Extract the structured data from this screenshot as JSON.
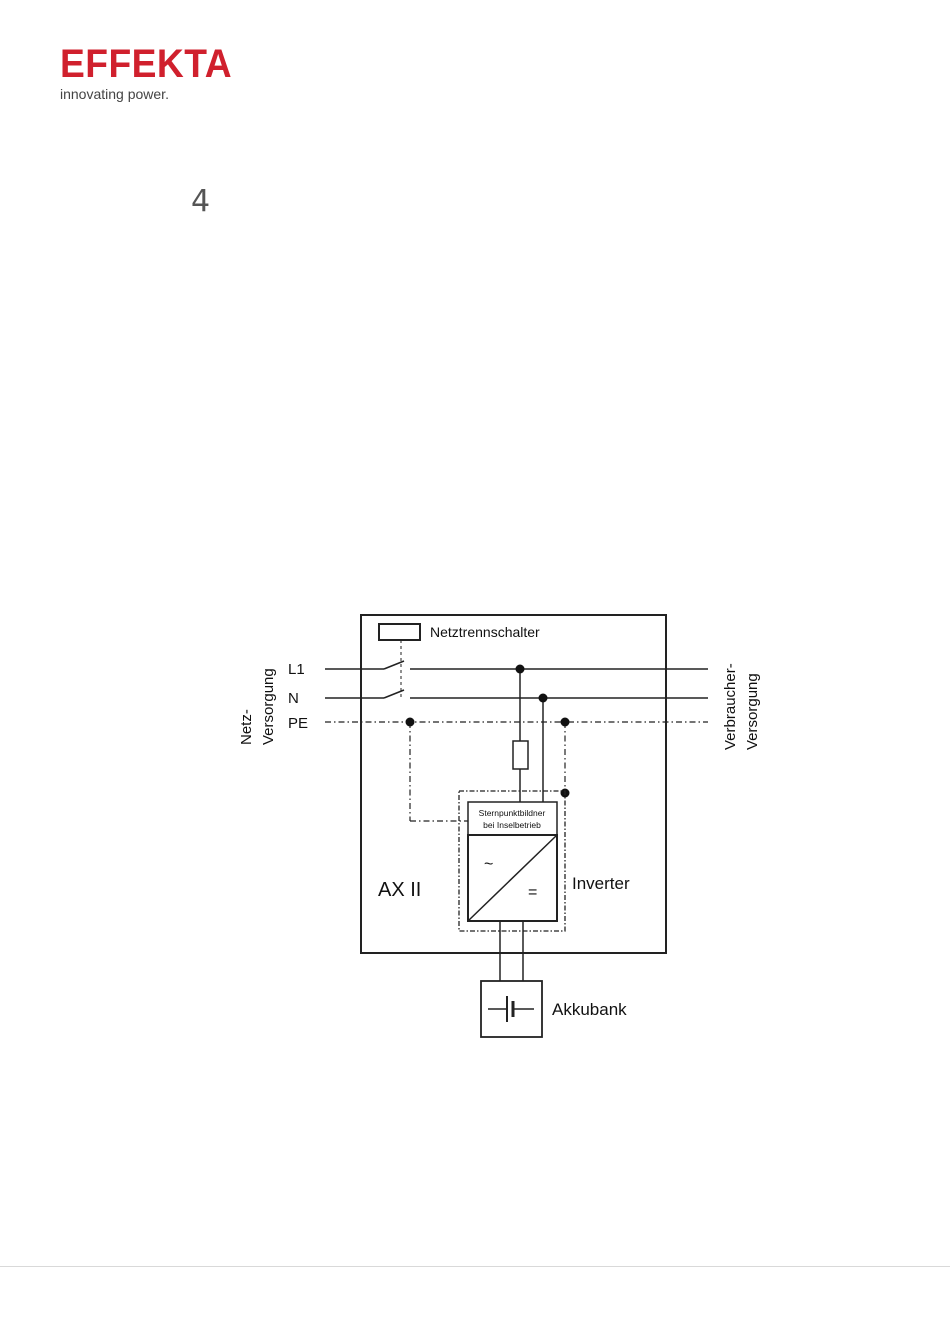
{
  "brand": {
    "name": "EFFEKTA",
    "tagline": "innovating power.",
    "color": "#d0202d"
  },
  "page_number": "4",
  "diagram": {
    "switch_label": "Netztrennschalter",
    "grid_supply_label_1": "Netz-",
    "grid_supply_label_2": "Versorgung",
    "consumer_supply_label_1": "Verbraucher-",
    "consumer_supply_label_2": "Versorgung",
    "line_l1": "L1",
    "line_n": "N",
    "line_pe": "PE",
    "neutral_former_line_1": "Sternpunktbildner",
    "neutral_former_line_2": "bei Inselbetrieb",
    "ac_symbol": "~",
    "dc_symbol": "=",
    "device_label": "AX II",
    "inverter_label": "Inverter",
    "battery_label": "Akkubank"
  }
}
